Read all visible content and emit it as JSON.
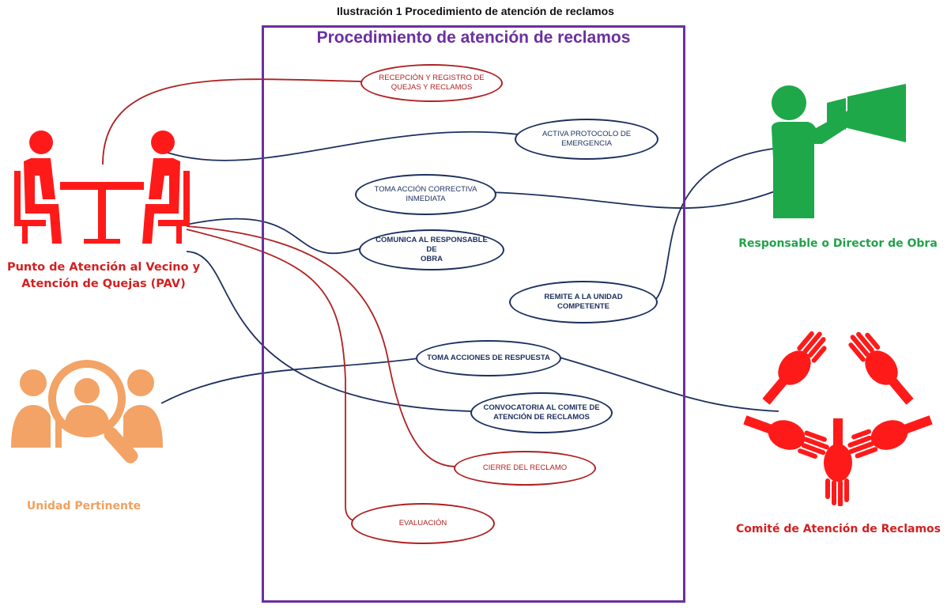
{
  "caption": "Ilustración 1 Procedimiento de atención de reclamos",
  "frame_title": "Procedimiento de atención de reclamos",
  "actors": {
    "pav": {
      "label_line1": "Punto de Atención al Vecino y",
      "label_line2": "Atención de Quejas (PAV)",
      "color": "#ff1a1a",
      "icon": "meeting-people-icon"
    },
    "director": {
      "label": "Responsable o Director de Obra",
      "color": "#1ea84a",
      "icon": "megaphone-person-icon"
    },
    "unidad": {
      "label": "Unidad Pertinente",
      "color": "#f2a365",
      "icon": "search-people-icon"
    },
    "comite": {
      "label": "Comité de Atención de Reclamos",
      "color": "#ff1a1a",
      "icon": "hands-circle-icon"
    }
  },
  "nodes": {
    "recepcion": {
      "line1": "RECEPCIÓN Y REGISTRO DE",
      "line2": "QUEJAS Y RECLAMOS"
    },
    "protocolo": {
      "line1": "ACTIVA PROTOCOLO DE",
      "line2": "EMERGENCIA"
    },
    "correctiva": {
      "line1": "TOMA ACCIÓN CORRECTIVA",
      "line2": "INMEDIATA"
    },
    "comunica": {
      "line1": "COMUNICA AL RESPONSABLE DE",
      "line2": "OBRA"
    },
    "remite": {
      "line1": "REMITE A LA UNIDAD COMPETENTE"
    },
    "respuesta": {
      "line1": "TOMA ACCIONES DE RESPUESTA"
    },
    "convocatoria": {
      "line1": "CONVOCATORIA AL COMITE DE",
      "line2": "ATENCIÓN DE RECLAMOS"
    },
    "cierre": {
      "line1": "CIERRE DEL RECLAMO"
    },
    "evaluacion": {
      "line1": "EVALUACIÓN"
    }
  },
  "colors": {
    "frame": "#6a2fa0",
    "red_link": "#b02020",
    "blue_link": "#1c2f5e"
  }
}
